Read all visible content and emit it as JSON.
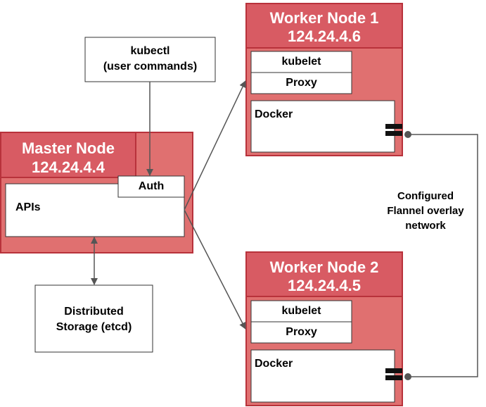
{
  "colors": {
    "node_fill": "#e07070",
    "node_header": "#d85b63",
    "node_border": "#b8323b",
    "line": "#555555",
    "box_fill": "#ffffff"
  },
  "master": {
    "title": "Master Node",
    "ip": "124.24.4.4",
    "auth_label": "Auth",
    "apis_label": "APIs"
  },
  "kubectl": {
    "line1": "kubectl",
    "line2": "(user commands)"
  },
  "storage": {
    "line1": "Distributed",
    "line2": "Storage (etcd)"
  },
  "worker1": {
    "title": "Worker Node 1",
    "ip": "124.24.4.6",
    "kubelet": "kubelet",
    "proxy": "Proxy",
    "docker": "Docker"
  },
  "worker2": {
    "title": "Worker Node 2",
    "ip": "124.24.4.5",
    "kubelet": "kubelet",
    "proxy": "Proxy",
    "docker": "Docker"
  },
  "network_label": {
    "line1": "Configured",
    "line2": "Flannel overlay",
    "line3": "network"
  }
}
